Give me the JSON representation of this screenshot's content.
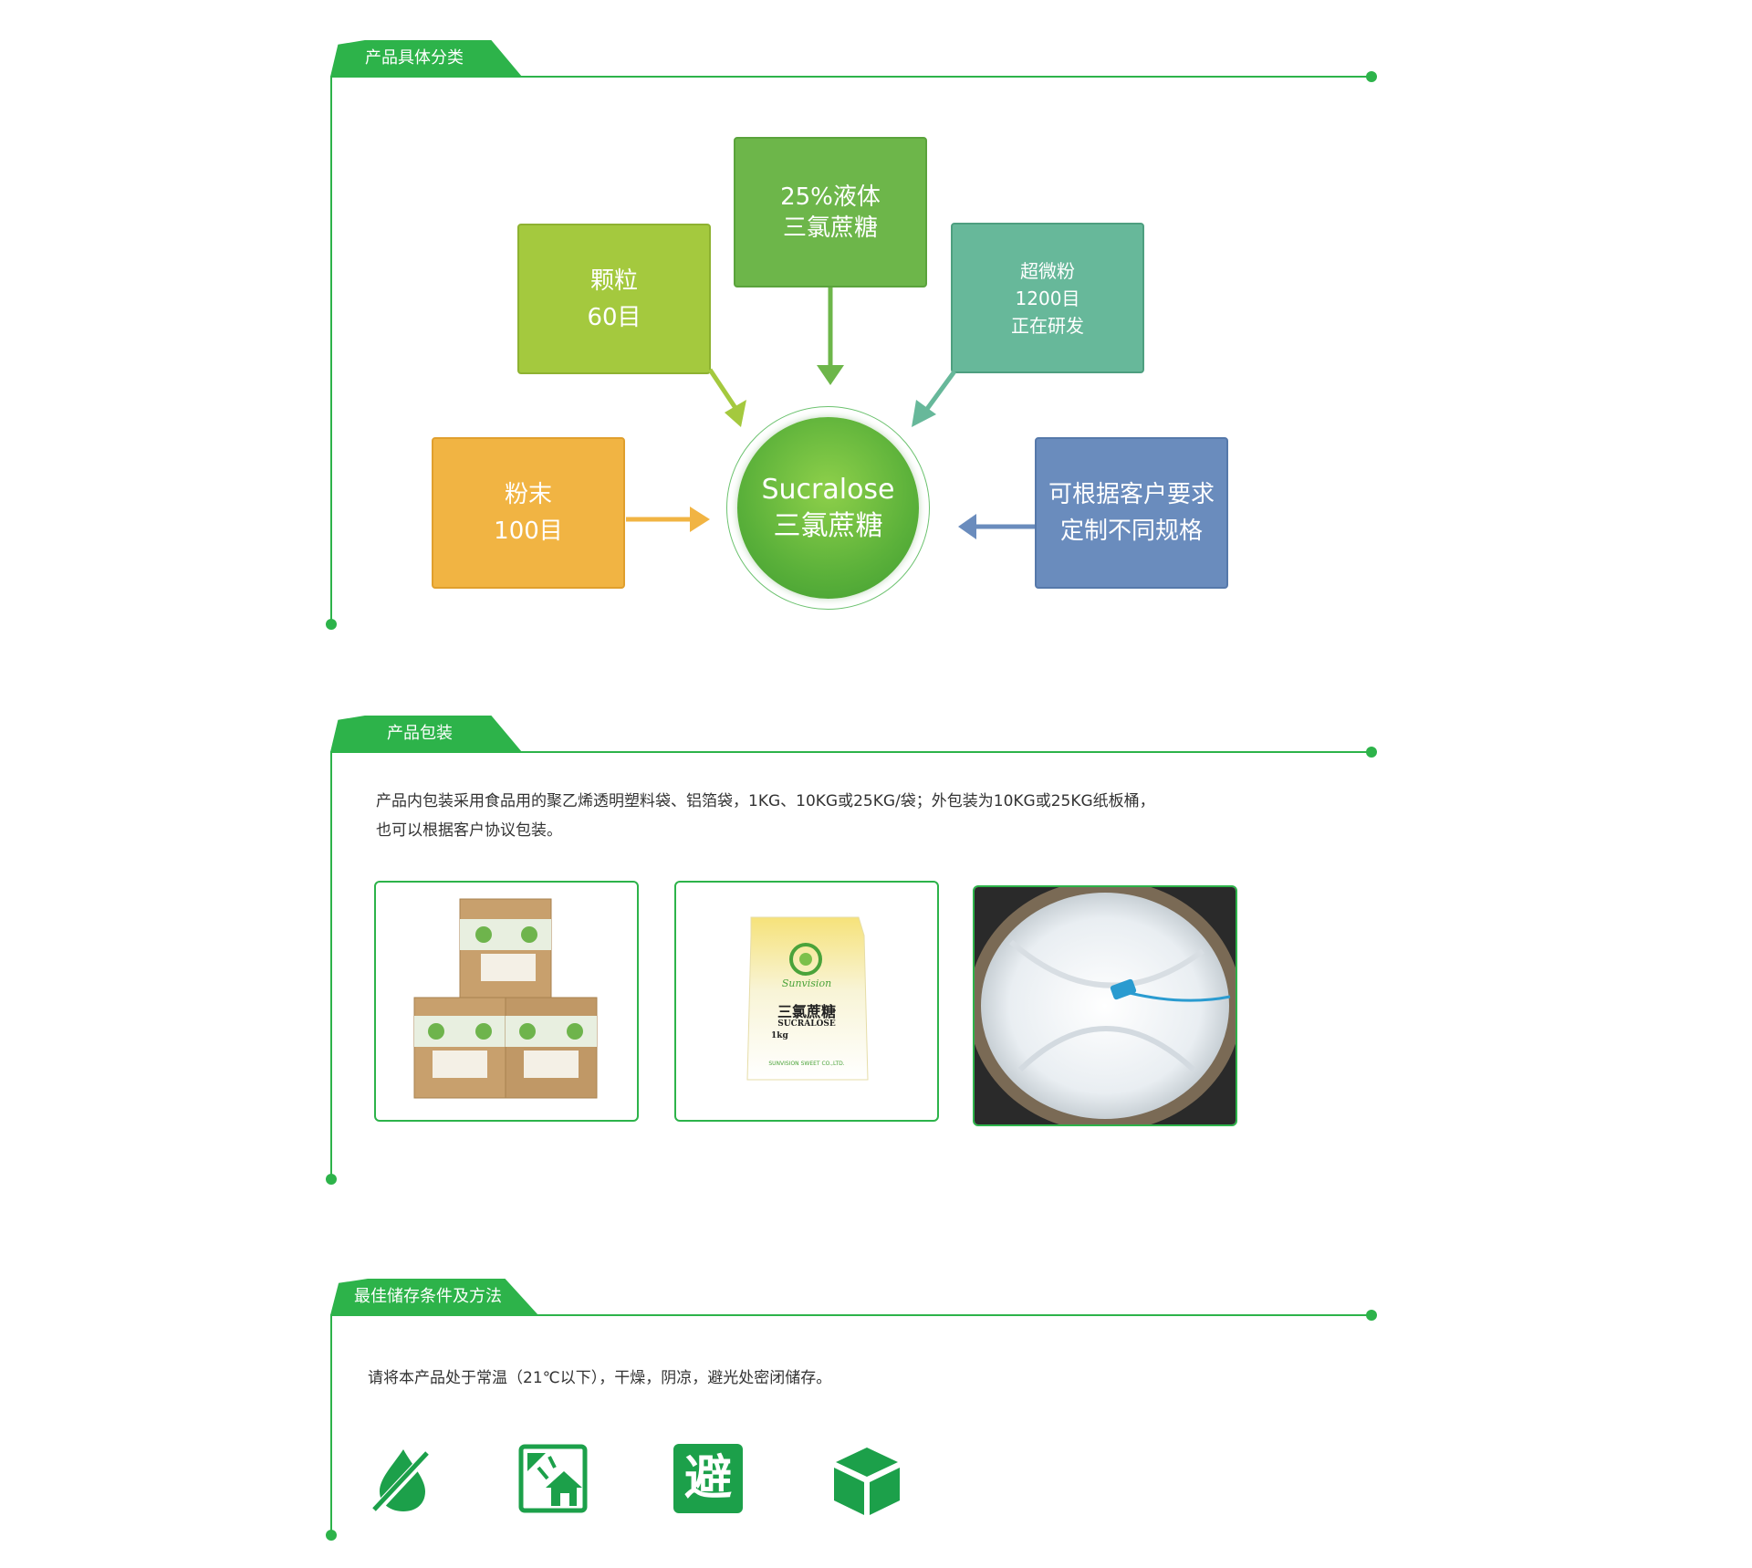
{
  "sections": {
    "classification": {
      "title": "产品具体分类"
    },
    "packaging": {
      "title": "产品包装",
      "text_line1": "产品内包装采用食品用的聚乙烯透明塑料袋、铝箔袋，1KG、10KG或25KG/袋；外包装为10KG或25KG纸板桶，",
      "text_line2": "也可以根据客户协议包装。"
    },
    "storage": {
      "title": "最佳储存条件及方法",
      "text": "请将本产品处于常温（21℃以下），干燥，阴凉，避光处密闭储存。",
      "icons": [
        "no-moisture-icon",
        "cool-shade-icon",
        "avoid-light-icon",
        "sealed-box-icon"
      ],
      "avoid_char": "避"
    }
  },
  "diagram": {
    "center": {
      "en": "Sucralose",
      "zh": "三氯蔗糖"
    },
    "boxes": {
      "liquid": {
        "line1": "25%液体",
        "line2": "三氯蔗糖",
        "color": "#6db64a"
      },
      "granule": {
        "line1": "颗粒",
        "line2": "60目",
        "color": "#a4c93e"
      },
      "ultrafine": {
        "line1": "超微粉",
        "line2": "1200目",
        "line3": "正在研发",
        "color": "#67b89a"
      },
      "powder": {
        "line1": "粉末",
        "line2": "100目",
        "color": "#f1b443"
      },
      "custom": {
        "line1": "可根据客户要求",
        "line2": "定制不同规格",
        "color": "#6a8cbd"
      }
    }
  },
  "package_images": {
    "bag_brand": "Sunvision",
    "bag_name_zh": "三氯蔗糖",
    "bag_name_en": "SUCRALOSE",
    "bag_weight": "1kg",
    "bag_company": "SUNVISION SWEET CO.,LTD."
  },
  "colors": {
    "accent": "#2db34a"
  }
}
